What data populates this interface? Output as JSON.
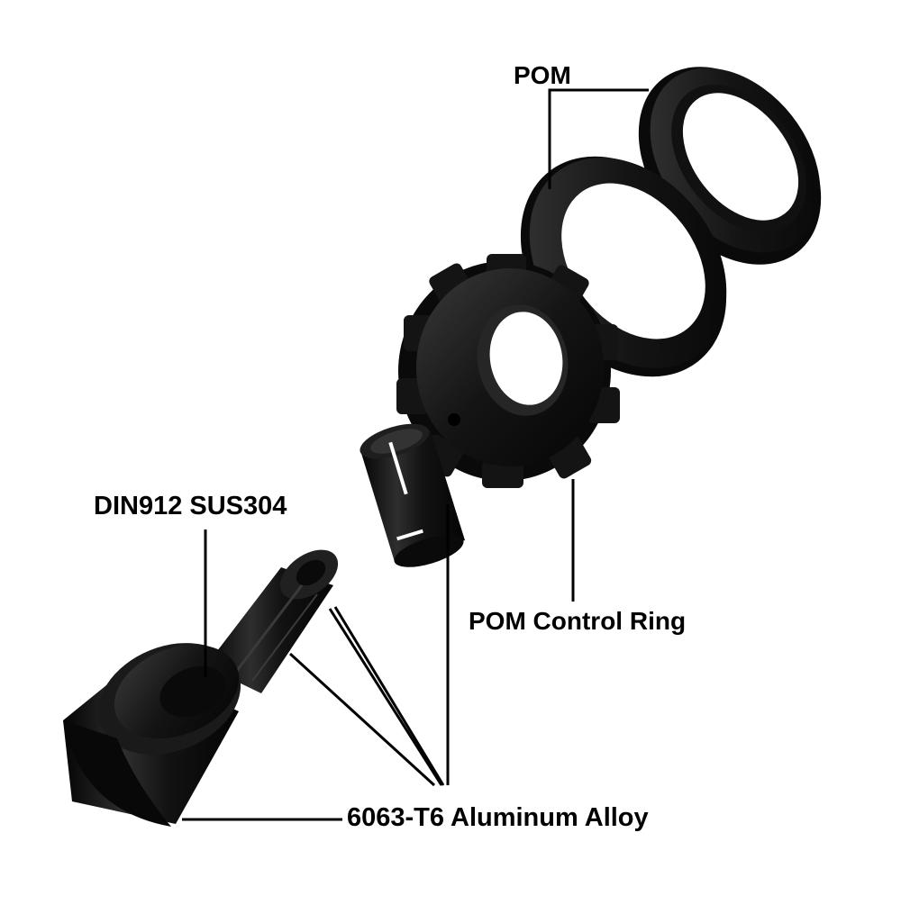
{
  "labels": {
    "pom": "POM",
    "din": "DIN912 SUS304",
    "control_ring": "POM Control Ring",
    "alloy": "6063-T6 Aluminum Alloy"
  },
  "parts": [
    {
      "id": "pom-flanged-ring",
      "material": "POM"
    },
    {
      "id": "pom-flat-washer",
      "material": "POM"
    },
    {
      "id": "gear-nut",
      "material": "POM Control Ring"
    },
    {
      "id": "split-collet",
      "material": "6063-T6 Aluminum Alloy"
    },
    {
      "id": "shaft",
      "material": "6063-T6 Aluminum Alloy"
    },
    {
      "id": "socket-screw",
      "material": "DIN912 SUS304"
    },
    {
      "id": "base-housing",
      "material": "6063-T6 Aluminum Alloy"
    }
  ],
  "colors": {
    "part_fill": "#141414",
    "part_dark": "#050505",
    "part_highlight": "#3a3a3a",
    "leader_line": "#000000",
    "screw": "#9a9a9a"
  }
}
